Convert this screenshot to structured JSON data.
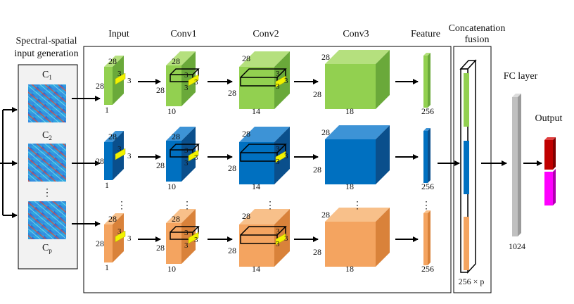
{
  "headers": {
    "generation_line1": "Spectral-spatial",
    "generation_line2": "input generation",
    "input": "Input",
    "conv1": "Conv1",
    "conv2": "Conv2",
    "conv3": "Conv3",
    "feature": "Feature",
    "fusion_line1": "Concatenation",
    "fusion_line2": "fusion",
    "fc": "FC layer",
    "output": "Output"
  },
  "channels": {
    "c1": "C1",
    "c2": "C2",
    "cp": "Cp",
    "c1_base": "C",
    "c1_sub": "1",
    "c2_base": "C",
    "c2_sub": "2",
    "cp_base": "C",
    "cp_sub": "p",
    "ellipsis": "⋮"
  },
  "dims": {
    "side": "28",
    "kernel": "3",
    "input_depth": "1",
    "conv1_depth": "10",
    "conv2_depth": "14",
    "conv3_depth": "18",
    "feature_len": "256",
    "fusion_len": "256 × p",
    "fc_len": "1024"
  },
  "colors": {
    "green_front": "#92d050",
    "green_side": "#6aa93a",
    "green_top": "#b5e07e",
    "blue_front": "#0070c0",
    "blue_side": "#0a4f8c",
    "blue_top": "#3d93d6",
    "orange_front": "#f4a460",
    "orange_side": "#d9823a",
    "orange_top": "#f8c08a",
    "kernel_yellow": "#f2f200",
    "fc_gray": "#c0c0c0",
    "output_red": "#c00000",
    "output_magenta": "#ff00ff",
    "panel_bg": "#f2f2f2"
  }
}
